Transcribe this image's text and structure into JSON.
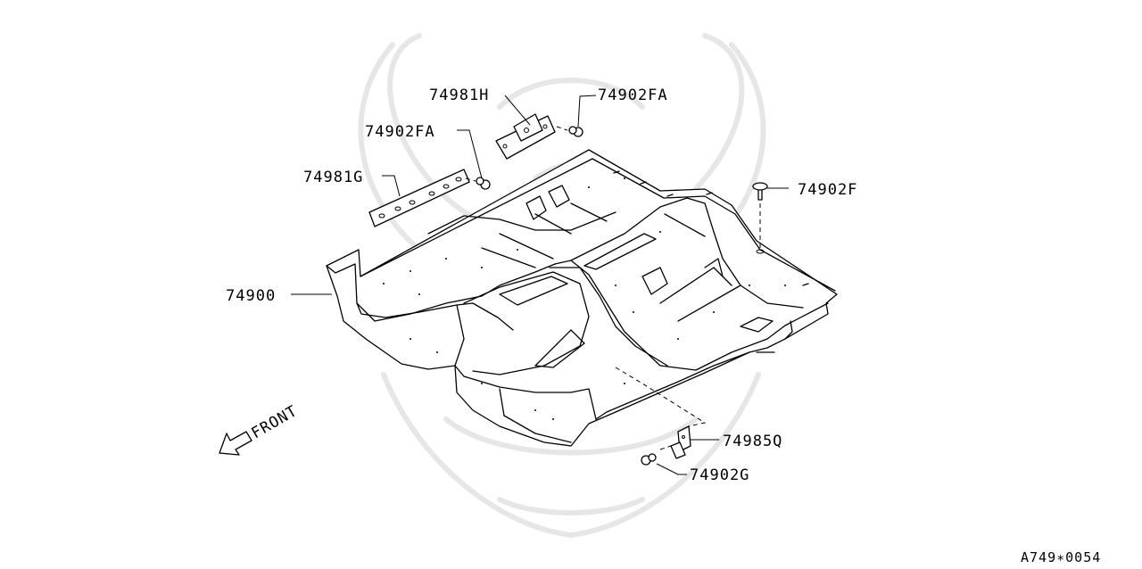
{
  "labels": {
    "p74981H": "74981H",
    "p74902FA_top": "74902FA",
    "p74902FA_left": "74902FA",
    "p74981G": "74981G",
    "p74902F": "74902F",
    "p74900": "74900",
    "p74985Q": "74985Q",
    "p74902G": "74902G",
    "front": "FRONT"
  },
  "reference_code": "A749∗0054",
  "icons": {
    "watermark": "samurai-helmet-watermark",
    "front_arrow": "front-direction-arrow"
  }
}
